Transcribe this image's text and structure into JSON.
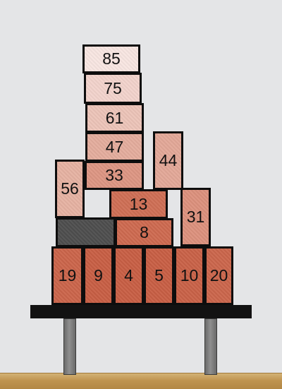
{
  "blocks": [
    {
      "label": "85",
      "color": "#f8e6e2"
    },
    {
      "label": "75",
      "color": "#f2d3cc"
    },
    {
      "label": "61",
      "color": "#ecc4b8"
    },
    {
      "label": "47",
      "color": "#e4ad9d"
    },
    {
      "label": "44",
      "color": "#e3a898"
    },
    {
      "label": "56",
      "color": "#e6b2a2"
    },
    {
      "label": "33",
      "color": "#dd9683"
    },
    {
      "label": "13",
      "color": "#cf6f55"
    },
    {
      "label": "31",
      "color": "#dc917d"
    },
    {
      "label": "",
      "color": "#4e4e4e"
    },
    {
      "label": "8",
      "color": "#ce6a50"
    },
    {
      "label": "19",
      "color": "#cb654b"
    },
    {
      "label": "9",
      "color": "#c85f45"
    },
    {
      "label": "4",
      "color": "#c85f45"
    },
    {
      "label": "5",
      "color": "#c85f45"
    },
    {
      "label": "10",
      "color": "#c96248"
    },
    {
      "label": "20",
      "color": "#cb664c"
    }
  ]
}
